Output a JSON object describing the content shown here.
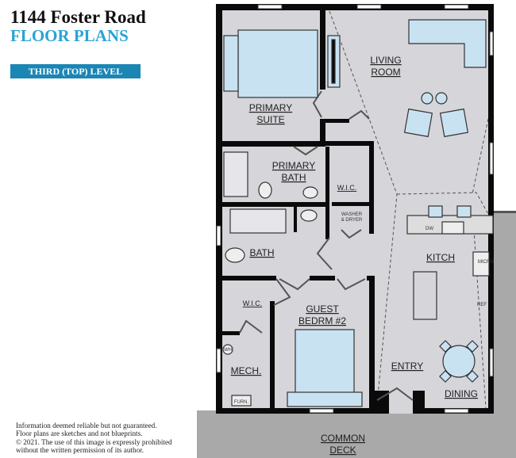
{
  "header": {
    "title": "1144 Foster Road",
    "subtitle": "FLOOR PLANS",
    "level": "THIRD (TOP) LEVEL"
  },
  "disclaimer": [
    "Information deemed reliable but not guaranteed.",
    "Floor plans are sketches and not blueprints.",
    "© 2021. The use of  this image is expressly prohibited",
    "without the written permission of its author."
  ],
  "rooms": {
    "primary_suite": [
      "PRIMARY",
      "SUITE"
    ],
    "primary_bath": [
      "PRIMARY",
      "BATH"
    ],
    "wic_primary": "W.I.C.",
    "living_room": [
      "LIVING",
      "ROOM"
    ],
    "bath": "BATH",
    "laundry": [
      "WASHER",
      "& DRYER"
    ],
    "kitchen": "KITCH",
    "wic_guest": "W.I.C.",
    "guest_bedroom": [
      "GUEST",
      "BEDRM #2"
    ],
    "mech": "MECH.",
    "entry": "ENTRY",
    "dining": "DINING",
    "common_deck": [
      "COMMON",
      "DECK"
    ]
  },
  "fixtures": {
    "dishwasher": "DW",
    "microwave": "MICRO",
    "refrigerator": "REF",
    "furnace": "FURN.",
    "water_heater": "WH"
  },
  "colors": {
    "floor": "#d5d5da",
    "wall": "#0a0a0a",
    "deck": "#a9a9a9",
    "furniture": "#c9e2f2",
    "accent": "#2aa3d6",
    "banner": "#1b86b4"
  }
}
